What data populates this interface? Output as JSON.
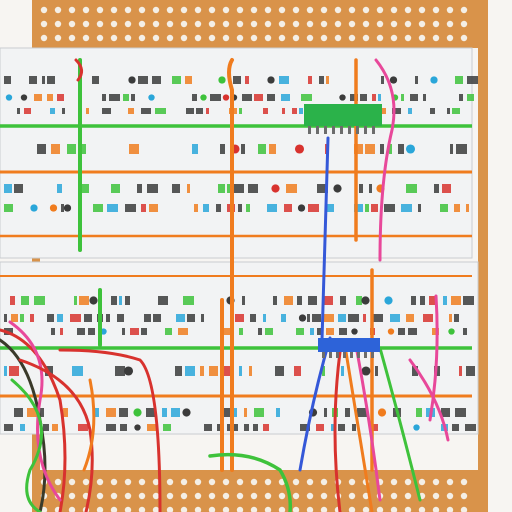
{
  "scene": {
    "description_free": true,
    "colors": {
      "background": "#f7f5f2",
      "perfboard": "#d9934a",
      "perfboard_hole": "#f4efe6",
      "panel": "#f2f3f4",
      "panel_border": "#c9ccd0",
      "wire_orange": "#f07c1e",
      "wire_green": "#3ec23b",
      "wire_blue": "#3558d8",
      "wire_pink": "#e8489a",
      "wire_red": "#d8322e",
      "wire_dark": "#3a3a2a",
      "chip_green": "#2bb24a",
      "chip_blue": "#2d63d9",
      "glyph_dark": "#3b3b3b",
      "glyph_cyan": "#2aa6d9",
      "glyph_red": "#d8322e"
    },
    "icons": [
      "perfboard",
      "breadboard-panel",
      "jumper-wire",
      "ic-chip"
    ]
  }
}
